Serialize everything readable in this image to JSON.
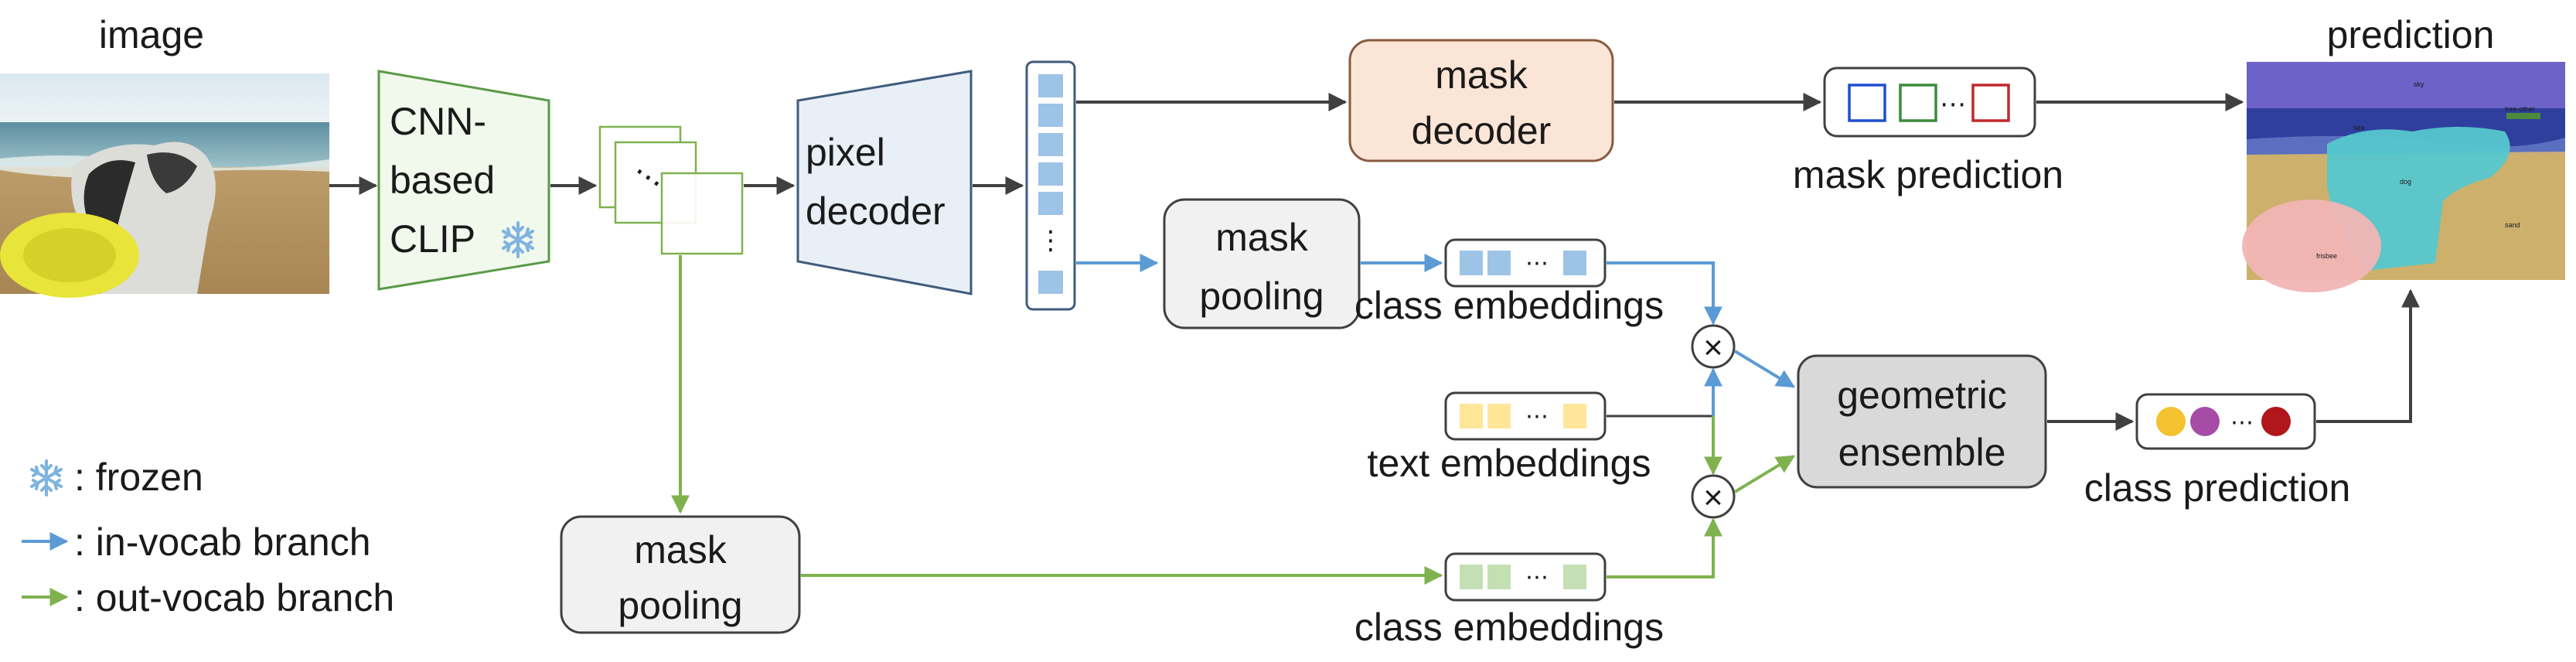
{
  "labels": {
    "image": "image",
    "clip_line1": "CNN-",
    "clip_line2": "based",
    "clip_line3": "CLIP",
    "ellipsis": "⋯",
    "pixel_line1": "pixel",
    "pixel_line2": "decoder",
    "vdots": "⋮",
    "mask_decoder_line1": "mask",
    "mask_decoder_line2": "decoder",
    "mask_pooling_line1": "mask",
    "mask_pooling_line2": "pooling",
    "mask_prediction": "mask prediction",
    "prediction": "prediction",
    "class_embeddings": "class embeddings",
    "text_embeddings": "text embeddings",
    "geometric_line1": "geometric",
    "geometric_line2": "ensemble",
    "class_prediction": "class prediction",
    "multiply": "×",
    "seg_labels": [
      "sky",
      "sea",
      "dog",
      "sand",
      "frisbee",
      "tree-other"
    ]
  },
  "legend": {
    "frozen": ": frozen",
    "in_vocab": ": in-vocab branch",
    "out_vocab": ": out-vocab branch"
  },
  "colors": {
    "in_vocab": "#5b9bd5",
    "out_vocab": "#7fb24f",
    "arrow": "#404040",
    "clip_stroke": "#5a9a46",
    "clip_fill": "#f1f8ec",
    "pixel_fill": "#e8eff7",
    "pixel_stroke": "#3f5c7c",
    "mask_decoder_fill": "#fbe5d6",
    "mask_decoder_stroke": "#8a5a40",
    "pooling_fill": "#f1f1f1",
    "geometric_fill": "#d9d9d9",
    "mask_squares": [
      "#1f4fd1",
      "#3c8a3c",
      "#c0282c"
    ],
    "class_dots": [
      "#f4c22f",
      "#a64ca6",
      "#b0161c"
    ],
    "blue_cell": "#9dc3e6",
    "yellow_cell": "#ffe699",
    "green_cell": "#c5dfb4"
  },
  "icons": [
    "snowflake-icon",
    "multiply-icon",
    "arrow-icon"
  ]
}
